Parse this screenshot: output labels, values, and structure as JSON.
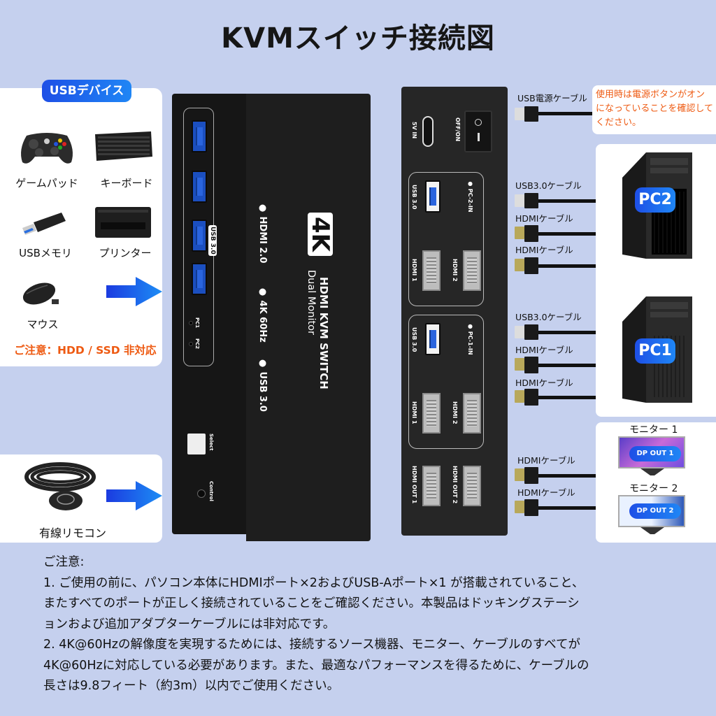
{
  "title": "KVMスイッチ接続図",
  "usb_devices": {
    "badge": "USBデバイス",
    "items": [
      {
        "label": "ゲームパッド",
        "icon": "gamepad-icon"
      },
      {
        "label": "キーボード",
        "icon": "keyboard-icon"
      },
      {
        "label": "USBメモリ",
        "icon": "usb-drive-icon"
      },
      {
        "label": "プリンター",
        "icon": "printer-icon"
      },
      {
        "label": "マウス",
        "icon": "mouse-icon"
      }
    ],
    "warning": "ご注意：HDD / SSD 非対応"
  },
  "remote": {
    "label": "有線リモコン"
  },
  "front_panel": {
    "usb_label": "USB 3.0",
    "badge_4k": "4K",
    "product_line1": "HDMI KVM SWITCH",
    "product_line2": "Dual Monitor",
    "specs": [
      "● HDMI 2.0",
      "● 4K 60Hz",
      "● USB 3.0"
    ],
    "led_pc1": "PC1",
    "led_pc2": "PC2",
    "select_label": "Select",
    "control_label": "Control"
  },
  "rear_panel": {
    "power_in": "5V IN",
    "switch_label": "OFF/ON",
    "groups": [
      {
        "name": "● PC-2-IN",
        "usb": "USB 3.0",
        "hdmi1": "HDMI 1",
        "hdmi2": "HDMI 2"
      },
      {
        "name": "● PC-1-IN",
        "usb": "USB 3.0",
        "hdmi1": "HDMI 1",
        "hdmi2": "HDMI 2"
      }
    ],
    "out1": "HDMI OUT 1",
    "out2": "HDMI OUT 2"
  },
  "cables": {
    "power": "USB電源ケーブル",
    "pc2": [
      "USB3.0ケーブル",
      "HDMIケーブル",
      "HDMIケーブル"
    ],
    "pc1": [
      "USB3.0ケーブル",
      "HDMIケーブル",
      "HDMIケーブル"
    ],
    "monitors": [
      "HDMIケーブル",
      "HDMIケーブル"
    ]
  },
  "power_note": "使用時は電源ボタンがオンになっていることを確認してください。",
  "pcs": [
    {
      "label": "PC2"
    },
    {
      "label": "PC1"
    }
  ],
  "monitors": [
    {
      "title": "モニター 1",
      "badge": "DP OUT 1"
    },
    {
      "title": "モニター 2",
      "badge": "DP OUT 2"
    }
  ],
  "notice": {
    "heading": "ご注意:",
    "lines": [
      "1. ご使用の前に、パソコン本体にHDMIポート×2およびUSB-Aポート×1 が搭載されていること、",
      "またすべてのポートが正しく接続されていることをご確認ください。本製品はドッキングステーシ",
      "ョンおよび追加アダプターケーブルには非対応です。",
      "2. 4K@60Hzの解像度を実現するためには、接続するソース機器、モニター、ケーブルのすべてが",
      "4K@60Hzに対応している必要があります。また、最適なパフォーマンスを得るために、ケーブルの",
      "長さは9.8フィート（約3m）以内でご使用ください。"
    ]
  },
  "colors": {
    "background": "#c5d0ee",
    "accent_blue": "#1f6ff0",
    "warning_orange": "#ee5a12",
    "device_black": "#1c1c1c"
  }
}
